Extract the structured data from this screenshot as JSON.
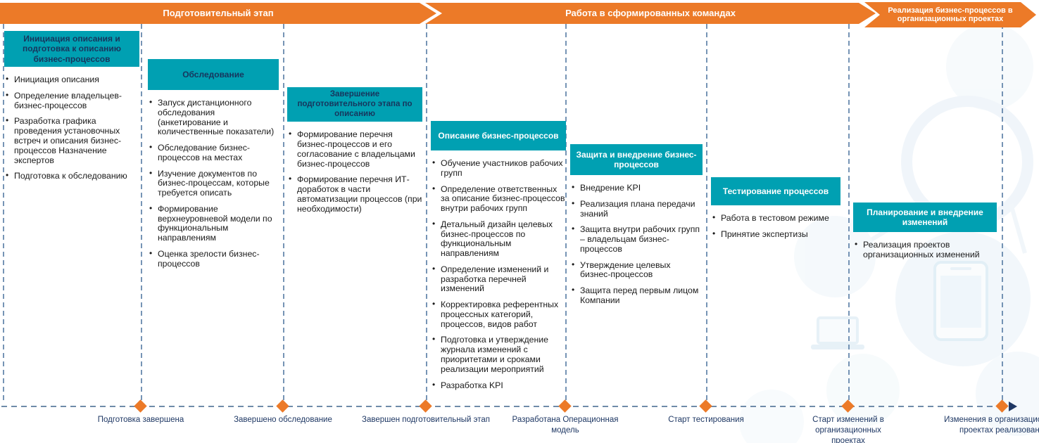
{
  "banners": [
    {
      "label": "Подготовительный этап"
    },
    {
      "label": "Работа в сформированных командах"
    },
    {
      "label": "Реализация бизнес-процессов в организационных проектах"
    }
  ],
  "columns": [
    {
      "title": "Инициация описания и подготовка к описанию бизнес-процессов",
      "items": [
        "Инициация описания",
        "Определение владельцев-бизнес-процессов",
        "Разработка графика проведения установочных встреч и описания бизнес-процессов Назначение экспертов",
        "Подготовка к обследованию"
      ]
    },
    {
      "title": "Обследование",
      "items": [
        "Запуск дистанционного обследования (анкетирование и количественные показатели)",
        "Обследование бизнес-процессов на местах",
        "Изучение документов по бизнес-процессам, которые требуется описать",
        "Формирование верхнеуровневой модели по функциональным направлениям",
        "Оценка зрелости бизнес-процессов"
      ]
    },
    {
      "title": "Завершение подготовительного этапа по описанию",
      "items": [
        "Формирование перечня бизнес-процессов и его согласование с владельцами бизнес-процессов",
        "Формирование перечня ИТ-доработок в части автоматизации процессов (при необходимости)"
      ]
    },
    {
      "title": "Описание бизнес-процессов",
      "items": [
        "Обучение участников рабочих групп",
        "Определение ответственных за описание бизнес-процессов внутри рабочих групп",
        "Детальный дизайн целевых бизнес-процессов по функциональным направлениям",
        "Определение изменений и разработка перечней изменений",
        "Корректировка референтных процессных категорий, процессов, видов работ",
        "Подготовка и утверждение журнала изменений с приоритетами и сроками реализации мероприятий",
        "Разработка KPI"
      ]
    },
    {
      "title": "Защита и внедрение бизнес-процессов",
      "items": [
        "Внедрение KPI",
        "Реализация плана передачи знаний",
        "Защита внутри рабочих групп – владельцам бизнес-процессов",
        "Утверждение целевых бизнес-процессов",
        "Защита перед первым лицом Компании"
      ]
    },
    {
      "title": "Тестирование процессов",
      "items": [
        "Работа в тестовом режиме",
        "Принятие экспертизы"
      ]
    },
    {
      "title": "Планирование и внедрение изменений",
      "items": [
        "Реализация проектов организационных изменений"
      ]
    }
  ],
  "milestones": [
    {
      "label": "Подготовка завершена"
    },
    {
      "label": "Завершено обследование"
    },
    {
      "label": "Завершен подготовительный этап"
    },
    {
      "label": "Разработана Операционная модель"
    },
    {
      "label": "Старт тестирования"
    },
    {
      "label": "Старт изменений в организационных проектах"
    },
    {
      "label": "Изменения в организационных проектах реализованы"
    }
  ],
  "icons": {
    "milestone_marker": "orange-diamond",
    "timeline_end": "navy-arrow-right"
  },
  "colors": {
    "accent_orange": "#EC7A28",
    "accent_teal": "#00A0B2",
    "navy_text": "#1F3864",
    "header_dark_text": "#17365D",
    "body_text": "#1A1A1A",
    "dash_line": "#5E81A8"
  }
}
